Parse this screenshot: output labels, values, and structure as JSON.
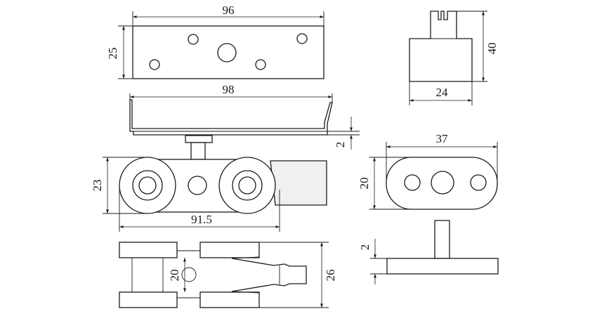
{
  "dimensions": {
    "top_plate_width": "96",
    "top_plate_height": "25",
    "side_block_height": "40",
    "side_block_width": "24",
    "rail_length": "98",
    "rail_thickness": "2",
    "carriage_height": "23",
    "carriage_length": "91.5",
    "link_plate_width": "37",
    "link_plate_height": "20",
    "pin_plate_thickness": "2",
    "bottom_inner_width": "20",
    "bottom_outer_width": "26"
  }
}
